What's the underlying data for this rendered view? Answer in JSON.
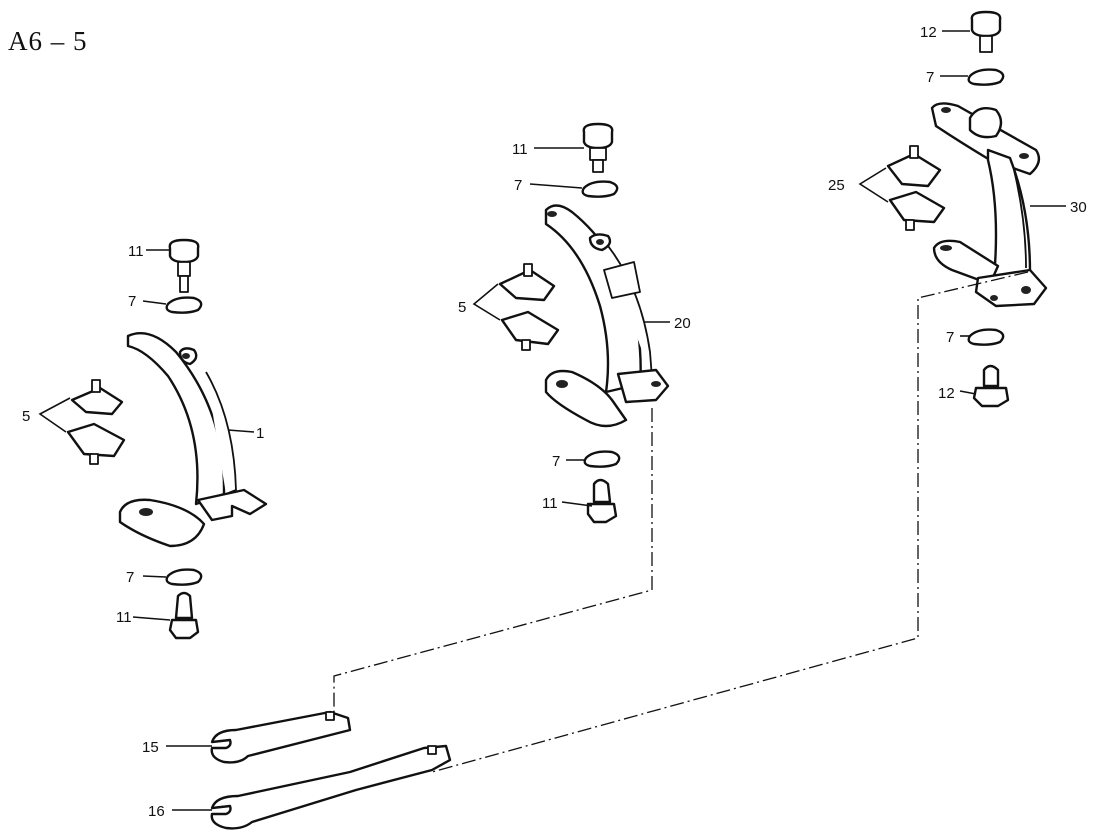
{
  "title": "A6 – 5",
  "labels": {
    "fork1_part": "1",
    "fork1_rest": "5",
    "fork1_washer_top": "7",
    "fork1_bolt_top": "11",
    "fork1_washer_bottom": "7",
    "fork1_bolt_bottom": "11",
    "fork20_part": "20",
    "fork20_rest": "5",
    "fork20_washer_top": "7",
    "fork20_bolt_top": "11",
    "fork20_washer_bottom": "7",
    "fork20_bolt_bottom": "11",
    "fork30_part": "30",
    "fork30_rest": "25",
    "fork30_washer_top": "7",
    "fork30_bolt_top": "12",
    "fork30_washer_bottom": "7",
    "fork30_bolt_bottom": "12",
    "tool15": "15",
    "tool16": "16"
  }
}
